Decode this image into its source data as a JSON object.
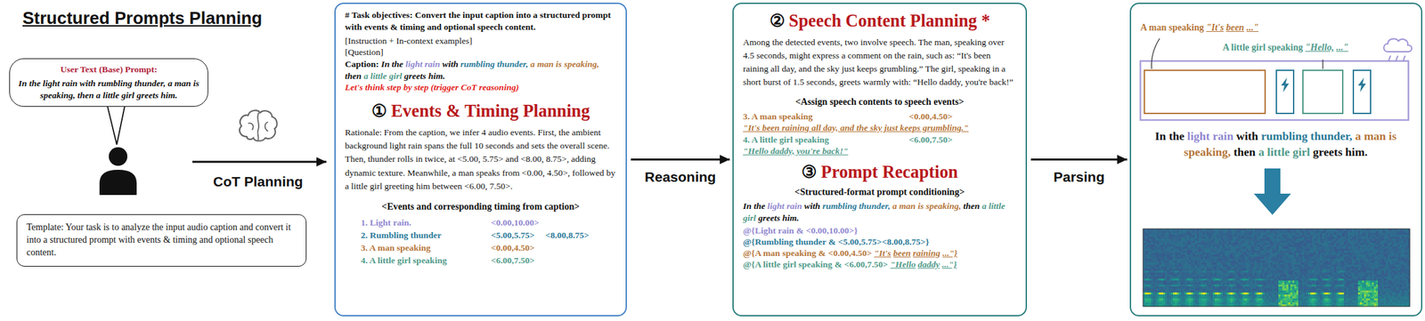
{
  "diagram": {
    "title": "Structured Prompts Planning",
    "nodes": [
      {
        "text": [
          "User Text (Base) Prompt:",
          "In the light rain with rumbling thunder, a man is speaking, then a little girl greets him."
        ]
      },
      {
        "text": [
          "Template: Your task is to analyze the input audio caption and convert it into a structured prompt with events & timing and optional speech content."
        ]
      },
      {
        "text": [
          "# Task objectives: Convert the input caption into a structured prompt with events & timing and optional speech content.",
          "[Instruction + In-context examples]",
          "[Question]",
          "Caption: In the light rain with rumbling thunder, a man is speaking, then a little girl greets him.",
          "Let's think step by step (trigger CoT reasoning)",
          "① Events & Timing Planning",
          "Rationale: From the caption, we infer 4 audio events. First, the ambient background light rain spans the full 10 seconds and sets the overall scene. Then, thunder rolls in twice, at <5.00, 5.75> and <8.00, 8.75>, adding dynamic texture. Meanwhile, a man speaks from <0.00, 4.50>, followed by a little girl greeting him between <6.00, 7.50>.",
          "<Events and corresponding timing from caption>",
          "1. Light rain.",
          "<0.00,10.00>",
          "2. Rumbling thunder",
          "<5.00,5.75>",
          "<8.00,8.75>",
          "3. A man speaking",
          "<0.00,4.50>",
          "4. A little girl speaking",
          "<6.00,7.50>"
        ]
      },
      {
        "text": [
          "② Speech Content Planning *",
          "Among the detected events, two involve speech. The man, speaking over 4.5 seconds, might express a comment on the rain, such as: “It's been raining all day, and the sky just keeps grumbling.” The girl, speaking in a short burst of 1.5 seconds, greets warmly with: “Hello daddy, you're back!”",
          "<Assign speech contents to speech events>",
          "3. A man speaking",
          "<0.00,4.50>",
          "\"It's been raining all day, and the sky just keeps grumbling.\"",
          "4. A little girl speaking",
          "<6.00,7.50>",
          "\"Hello daddy, you're back!\"",
          "③ Prompt Recaption",
          "<Structured-format prompt conditioning>",
          "In the light rain with rumbling thunder, a man is speaking, then a little girl greets him.",
          "@{Light rain & <0.00,10.00>}",
          "@{Rumbling thunder & <5.00,5.75><8.00,8.75>}",
          "@{A man speaking & <0.00,4.50> \"It's been raining ...\"}",
          "@{A little girl speaking & <6.00,7.50> \"Hello daddy ...\"}"
        ]
      },
      {
        "text": [
          "A man speaking \"It's been ...\"",
          "A little girl speaking \"Hello, ...\"",
          "In the light rain with rumbling thunder, a man is speaking, then a little girl greets him."
        ]
      }
    ],
    "edges": [
      {
        "from": 2,
        "to": 3,
        "label": "Reasoning",
        "arrow": "to"
      },
      {
        "from": 3,
        "to": 4,
        "label": "Parsing",
        "arrow": "to"
      }
    ],
    "labels": [
      "CoT Planning"
    ]
  }
}
